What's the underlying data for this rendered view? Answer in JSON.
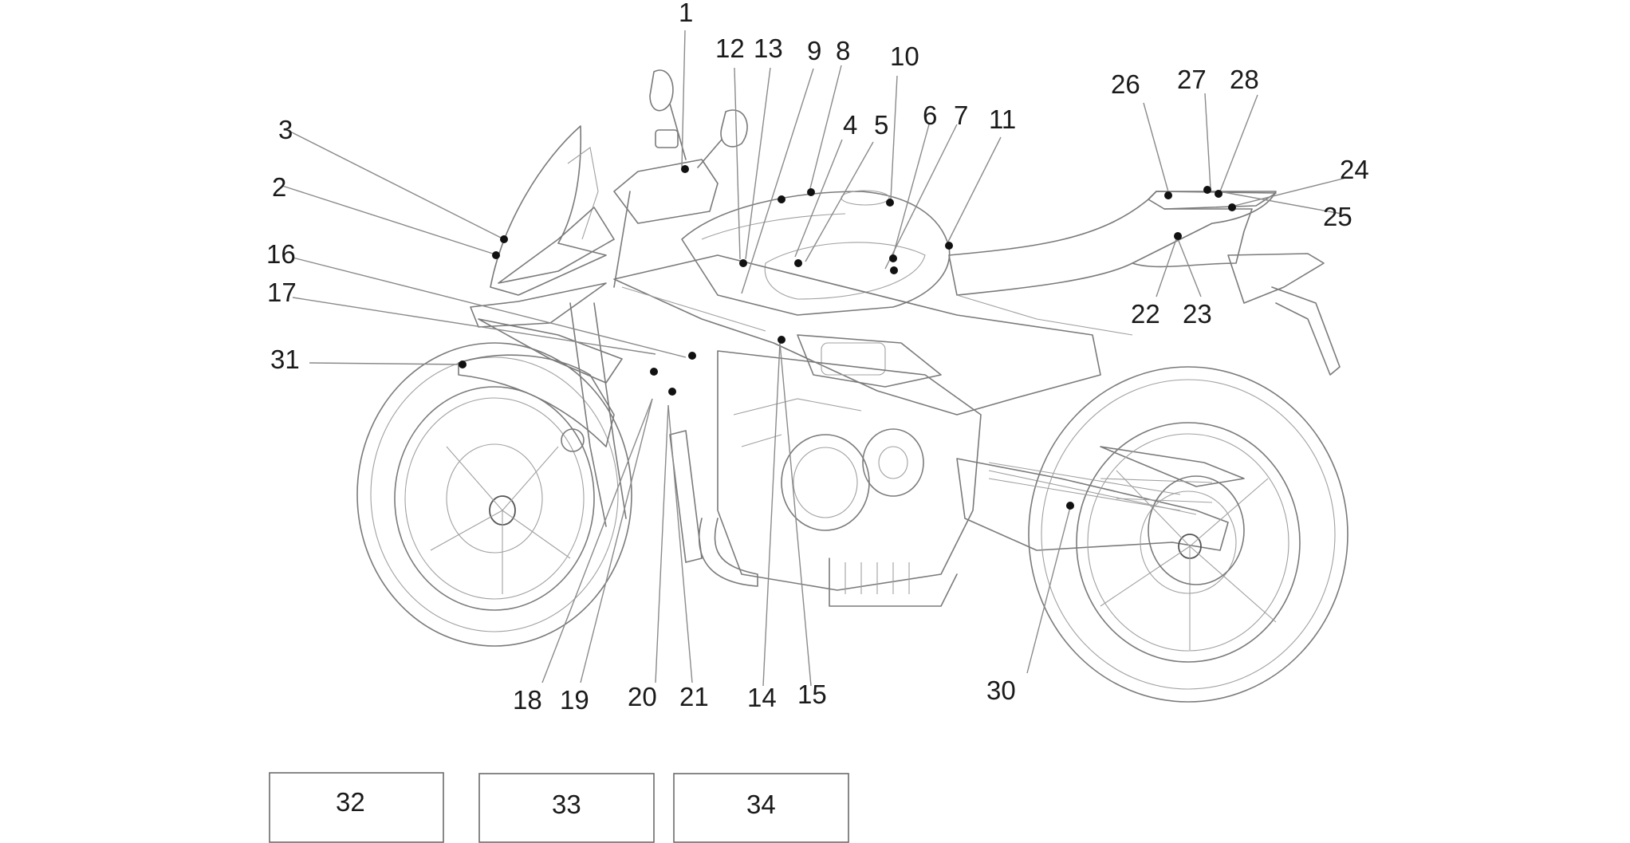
{
  "diagram": {
    "callouts": [
      "1",
      "2",
      "3",
      "4",
      "5",
      "6",
      "7",
      "8",
      "9",
      "10",
      "11",
      "12",
      "13",
      "14",
      "15",
      "16",
      "17",
      "18",
      "19",
      "20",
      "21",
      "22",
      "23",
      "24",
      "25",
      "26",
      "27",
      "28",
      "30",
      "31"
    ],
    "boxes": [
      "32",
      "33",
      "34"
    ]
  }
}
